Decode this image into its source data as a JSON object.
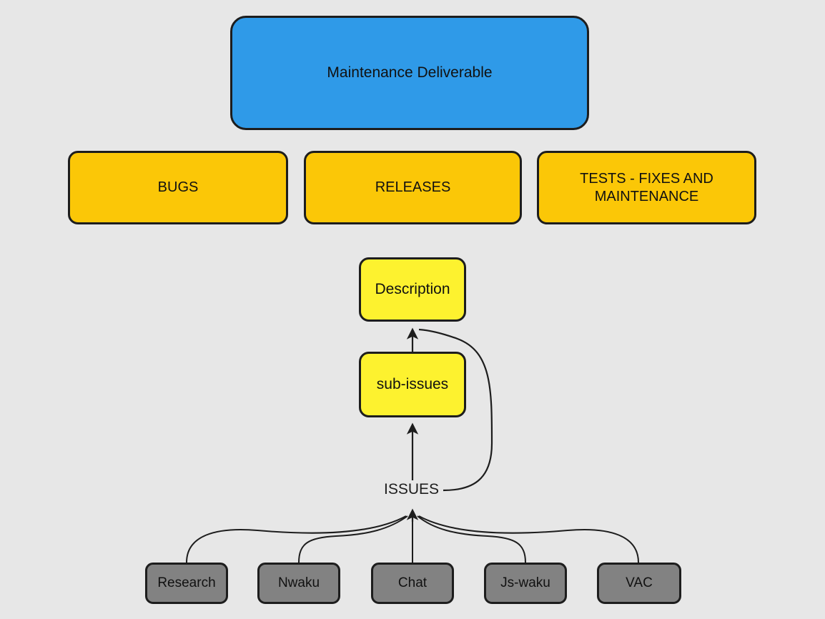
{
  "diagram": {
    "background_color": "#e7e7e7",
    "title_node": {
      "label": "Maintenance Deliverable",
      "color": "#2f9ae8"
    },
    "categories": [
      {
        "label": "BUGS",
        "color": "#fbc707"
      },
      {
        "label": "RELEASES",
        "color": "#fbc707"
      },
      {
        "label": "TESTS - FIXES AND",
        "label2": "MAINTENANCE",
        "color": "#fbc707"
      }
    ],
    "issue_nodes": [
      {
        "label": "Description",
        "color": "#fdf22f"
      },
      {
        "label": "sub-issues",
        "color": "#fdf22f"
      }
    ],
    "edge_labels": [
      {
        "label": "ISSUES"
      }
    ],
    "sources": [
      {
        "label": "Research",
        "color": "#828282"
      },
      {
        "label": "Nwaku",
        "color": "#828282"
      },
      {
        "label": "Chat",
        "color": "#828282"
      },
      {
        "label": "Js-waku",
        "color": "#828282"
      },
      {
        "label": "VAC",
        "color": "#828282"
      }
    ]
  }
}
